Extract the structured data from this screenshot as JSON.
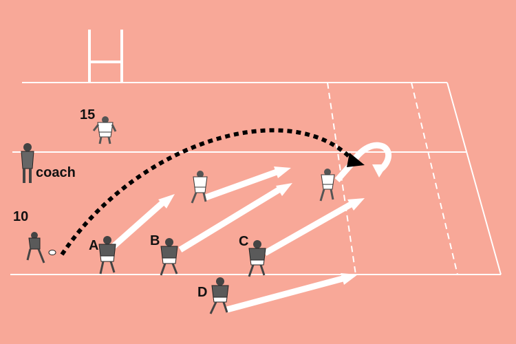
{
  "diagram": {
    "colors": {
      "background": "#f8a898",
      "lines": "#ffffff",
      "attackers": "#5a5a5a",
      "defenders": "#ffffff",
      "kick_path": "#000000",
      "run_arrows": "#ffffff"
    },
    "labels": {
      "fullback": "15",
      "coach": "coach",
      "flyhalf": "10",
      "player_a": "A",
      "player_b": "B",
      "player_c": "C",
      "player_d": "D"
    },
    "elements": {
      "posts": "goal-posts",
      "kick": "dotted-kick-arrow",
      "chase": "white-run-arrows"
    }
  }
}
